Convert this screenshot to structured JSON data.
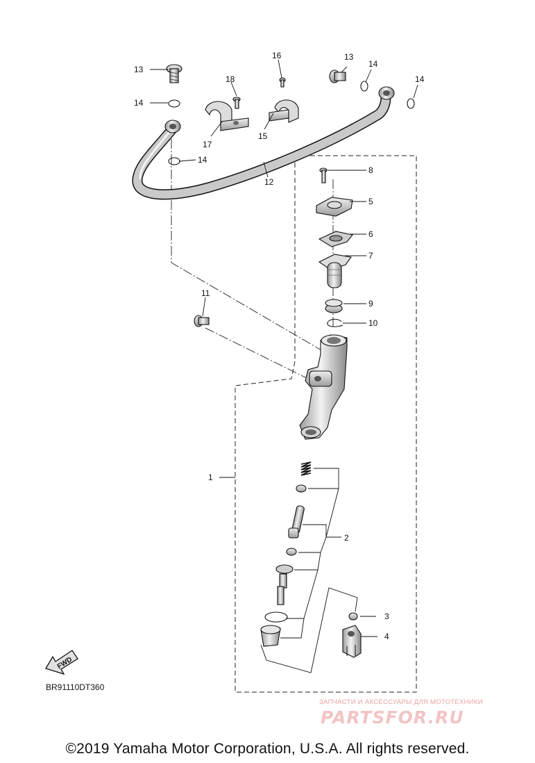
{
  "diagram": {
    "callouts": {
      "c1": "1",
      "c2": "2",
      "c3": "3",
      "c4": "4",
      "c5": "5",
      "c6": "6",
      "c7": "7",
      "c8": "8",
      "c9": "9",
      "c10": "10",
      "c11": "11",
      "c12": "12",
      "c13a": "13",
      "c13b": "13",
      "c14a": "14",
      "c14b": "14",
      "c14c": "14",
      "c14d": "14",
      "c15": "15",
      "c16": "16",
      "c17": "17",
      "c18": "18"
    },
    "fwd_label": "FWD",
    "reference_code": "BR91110DT360"
  },
  "footer": {
    "copyright": "©2019 Yamaha Motor Corporation, U.S.A. All rights reserved."
  },
  "watermark": {
    "tagline": "ЗАПЧАСТИ И АКСЕССУАРЫ ДЛЯ МОТОТЕХНИКИ",
    "logo": "PARTSFOR.RU"
  },
  "colors": {
    "line": "#111111",
    "part_fill": "#f4f4f4",
    "part_shade": "#bdbdbd",
    "watermark": "#e9a0a0"
  }
}
